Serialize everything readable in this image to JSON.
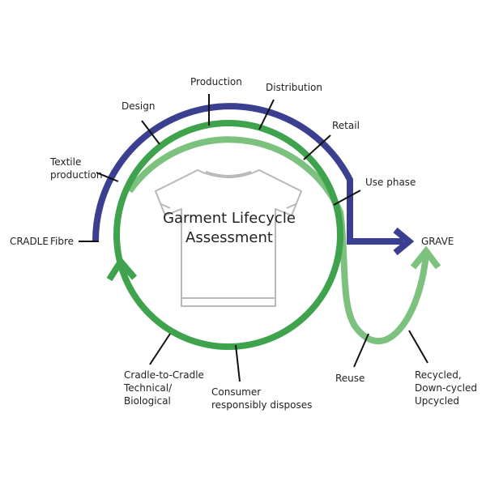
{
  "title_line1": "Garment Lifecycle",
  "title_line2": "Assessment",
  "labels": {
    "cradle": "CRADLE",
    "fibre": "Fibre",
    "textile_line1": "Textile",
    "textile_line2": "production",
    "design": "Design",
    "production": "Production",
    "distribution": "Distribution",
    "retail": "Retail",
    "use_phase": "Use phase",
    "grave": "GRAVE",
    "reuse": "Reuse",
    "recycled_line1": "Recycled,",
    "recycled_line2": "Down-cycled",
    "recycled_line3": "Upcycled",
    "c2c_line1": "Cradle-to-Cradle",
    "c2c_line2": "Technical/",
    "c2c_line3": "Biological",
    "consumer_line1": "Consumer",
    "consumer_line2": "responsibly disposes"
  },
  "colors": {
    "linear_path": "#3a3f8f",
    "cycle_path": "#3fa34d",
    "reuse_path": "#7cc17d",
    "leader": "#111111",
    "shirt_outline": "#b8b8b8"
  }
}
